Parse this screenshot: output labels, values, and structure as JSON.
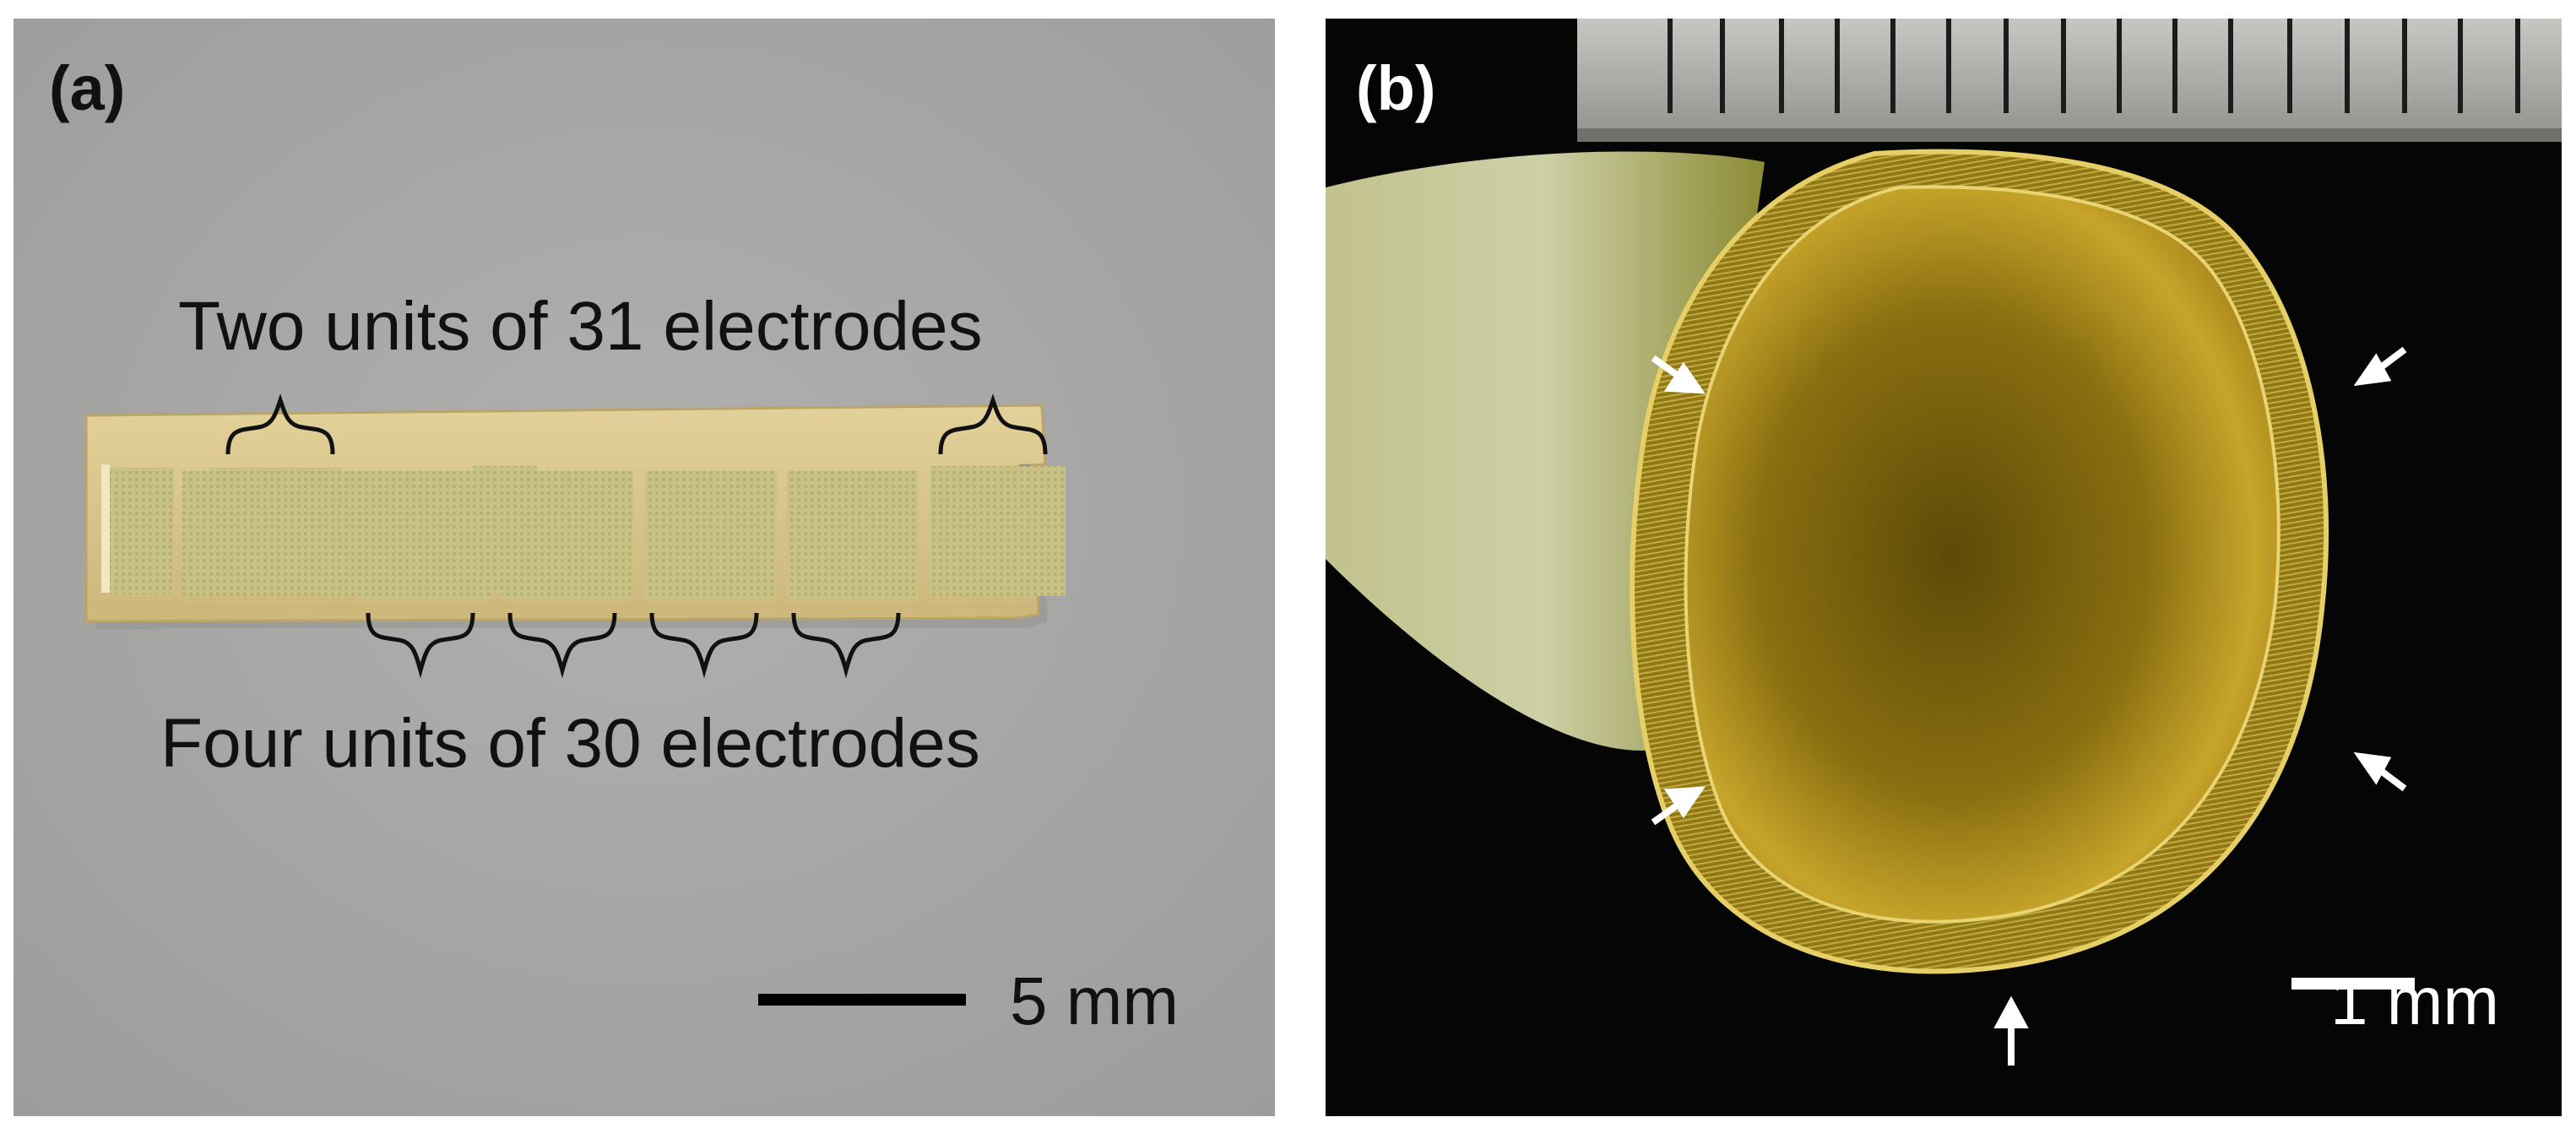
{
  "panel_a": {
    "label": "(a)",
    "top_annotation": "Two units of 31 electrodes",
    "bottom_annotation": "Four units of 30 electrodes",
    "scale_bar_label": "5 mm",
    "electrode_units": 6,
    "colors": {
      "background": "#a9a9a7",
      "strip": "#d8c48a",
      "electrodes": "#c4be82"
    }
  },
  "panel_b": {
    "label": "(b)",
    "scale_bar_label": "1 mm",
    "arrow_count": 5,
    "colors": {
      "background": "#050505",
      "cuff": "#b59a22",
      "arrows": "#ffffff"
    }
  }
}
